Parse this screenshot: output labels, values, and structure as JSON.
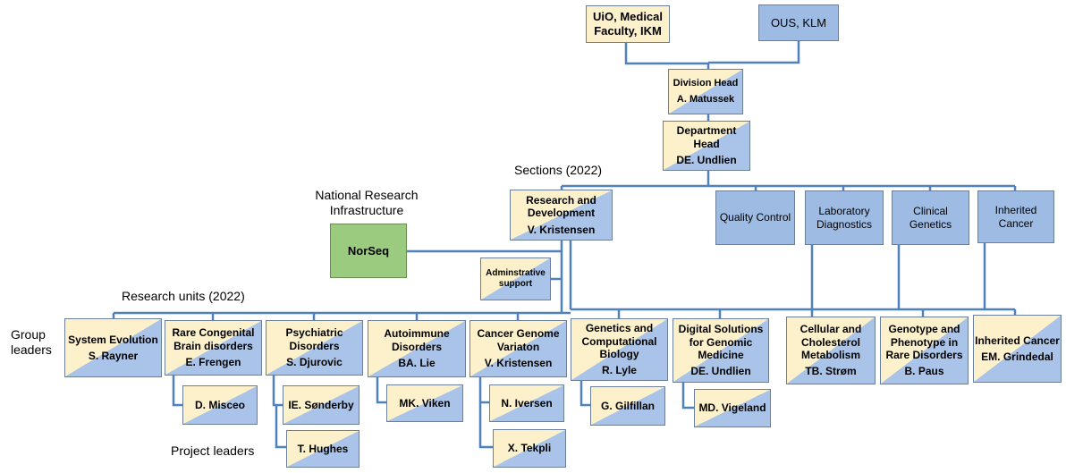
{
  "top": {
    "uio": "UiO, Medical Faculty, IKM",
    "ous": "OUS, KLM"
  },
  "division": {
    "title": "Division Head",
    "name": "A. Matussek"
  },
  "department": {
    "title": "Department Head",
    "name": "DE. Undlien"
  },
  "labels": {
    "sections": "Sections (2022)",
    "infrastructure": "National Research Infrastructure",
    "research_units": "Research units (2022)",
    "group_leaders": "Group leaders",
    "project_leaders": "Project leaders"
  },
  "norseq": "NorSeq",
  "admin": "Adminstrative support",
  "sections": [
    {
      "title": "Research and Development",
      "name": "V. Kristensen"
    },
    {
      "title": "Quality Control"
    },
    {
      "title": "Laboratory Diagnostics"
    },
    {
      "title": "Clinical Genetics"
    },
    {
      "title": "Inherited Cancer"
    }
  ],
  "groups": [
    {
      "title": "System Evolution",
      "leader": "S. Rayner"
    },
    {
      "title": "Rare Congenital Brain disorders",
      "leader": "E. Frengen"
    },
    {
      "title": "Psychiatric Disorders",
      "leader": "S. Djurovic"
    },
    {
      "title": "Autoimmune Disorders",
      "leader": "BA. Lie"
    },
    {
      "title": "Cancer Genome Variaton",
      "leader": "V. Kristensen"
    },
    {
      "title": "Genetics and Computational Biology",
      "leader": "R. Lyle"
    },
    {
      "title": "Digital Solutions for Genomic Medicine",
      "leader": "DE. Undlien"
    },
    {
      "title": "Cellular and Cholesterol Metabolism",
      "leader": "TB. Strøm"
    },
    {
      "title": "Genotype and Phenotype in Rare Disorders",
      "leader": "B. Paus"
    },
    {
      "title": "Inherited Cancer",
      "leader": "EM. Grindedal"
    }
  ],
  "projects": [
    "D. Misceo",
    "IE. Sønderby",
    "T. Hughes",
    "MK. Viken",
    "N. Iversen",
    "X. Tekpli",
    "G. Gilfillan",
    "MD. Vigeland"
  ],
  "colors": {
    "line": "#4f81bd",
    "cream": "#fdf1cc",
    "blue": "#9dbbe3",
    "green": "#9bcb7f"
  }
}
